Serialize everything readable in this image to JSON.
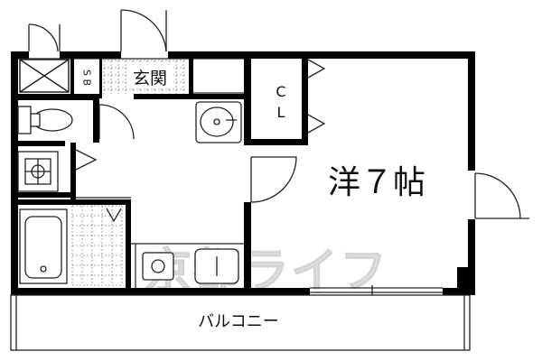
{
  "rooms": {
    "genkan": "玄関",
    "shoe_box": "S B",
    "closet": "C L",
    "western_room": "洋７帖",
    "balcony": "バルコニー"
  },
  "watermark": {
    "text": "京都ライフ"
  },
  "colors": {
    "wall": "#000000",
    "line": "#222222",
    "tile": "#888888",
    "watermark": "#c8c8c8",
    "background": "#ffffff"
  }
}
